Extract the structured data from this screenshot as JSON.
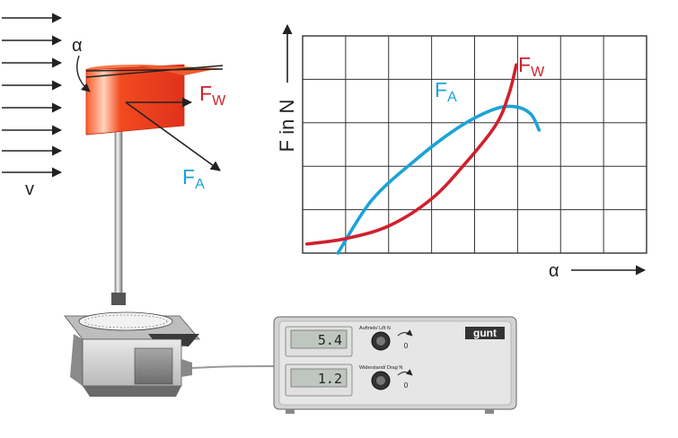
{
  "apparatus": {
    "flow_label": "v",
    "angle_label": "α",
    "drag_label": {
      "base": "F",
      "sub": "W"
    },
    "lift_label": {
      "base": "F",
      "sub": "A"
    }
  },
  "chart_data": {
    "type": "line",
    "xlabel": "α",
    "ylabel": "F in N",
    "grid": true,
    "series_labels": [
      {
        "base": "F",
        "sub": "A"
      },
      {
        "base": "F",
        "sub": "W"
      }
    ],
    "series": [
      {
        "name": "F_A",
        "color": "#1aa3d9",
        "values": [
          [
            0.82,
            0.0
          ],
          [
            1.6,
            1.45
          ],
          [
            2.6,
            2.55
          ],
          [
            3.6,
            3.45
          ],
          [
            4.4,
            3.95
          ],
          [
            4.9,
            4.05
          ],
          [
            5.3,
            3.85
          ],
          [
            5.5,
            3.4
          ]
        ]
      },
      {
        "name": "F_W",
        "color": "#d0202e",
        "values": [
          [
            0.1,
            0.25
          ],
          [
            1.0,
            0.4
          ],
          [
            2.0,
            0.75
          ],
          [
            3.0,
            1.5
          ],
          [
            3.8,
            2.5
          ],
          [
            4.5,
            3.55
          ],
          [
            4.8,
            4.4
          ],
          [
            4.97,
            5.2
          ]
        ]
      }
    ],
    "xlim": [
      0,
      8
    ],
    "ylim": [
      0,
      6
    ]
  },
  "display_unit": {
    "brand": "gunt",
    "lift_caption": "Auftrieb/ Lift  N",
    "lift_value": "5.4",
    "drag_caption": "Widerstand/ Drag  N",
    "drag_value": "1.2",
    "knob_zero": "0"
  },
  "colors": {
    "lift": "#1aa3d9",
    "drag": "#d0202e",
    "wing": "#ee4422",
    "grid": "#333333"
  }
}
